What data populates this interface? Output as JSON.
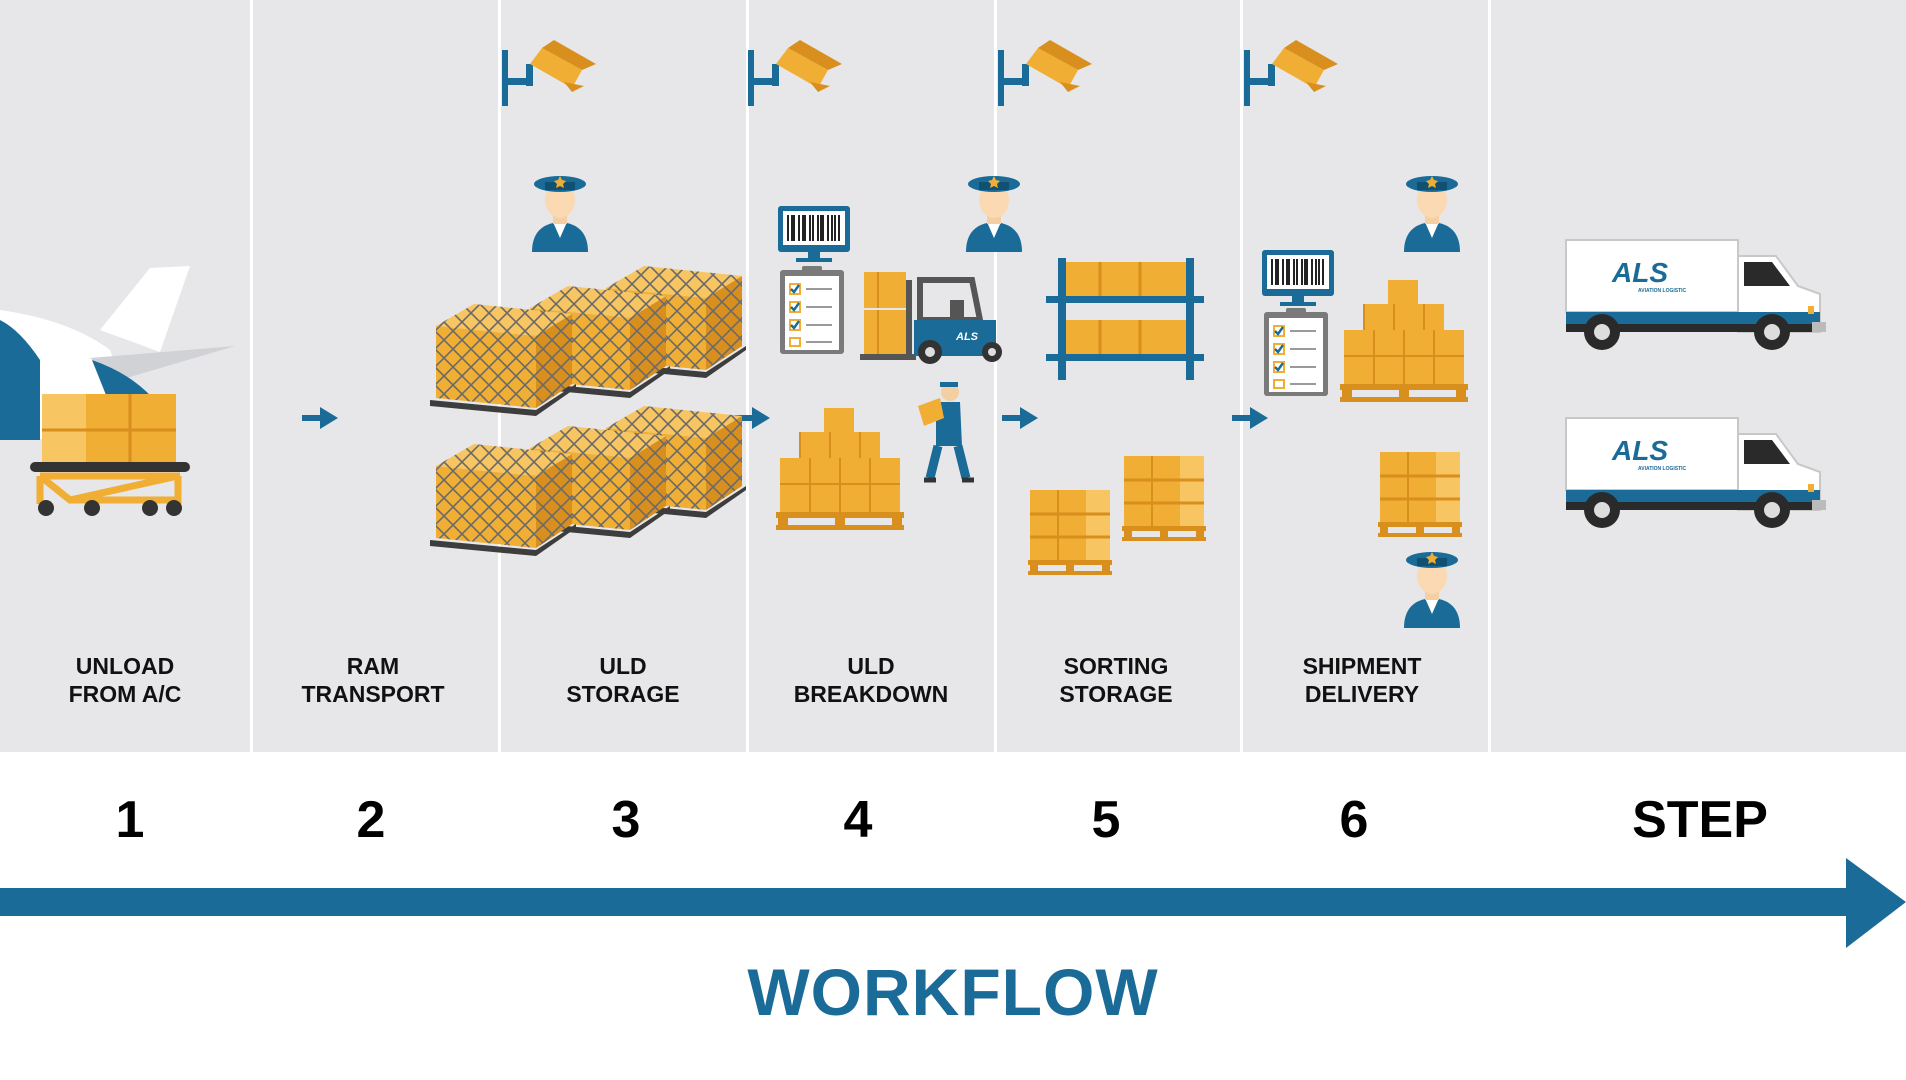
{
  "colors": {
    "background_band": "#e7e7e9",
    "accent_blue": "#1a6b97",
    "cargo_orange": "#f0ae34",
    "cargo_orange_dark": "#d98f1d",
    "text_dark": "#111111"
  },
  "steps": [
    {
      "number": "1",
      "label": "UNLOAD\nFROM A/C"
    },
    {
      "number": "2",
      "label": "RAM\nTRANSPORT"
    },
    {
      "number": "3",
      "label": "ULD\nSTORAGE"
    },
    {
      "number": "4",
      "label": "ULD\nBREAKDOWN"
    },
    {
      "number": "5",
      "label": "SORTING\nSTORAGE"
    },
    {
      "number": "6",
      "label": "SHIPMENT\nDELIVERY"
    }
  ],
  "axis": {
    "step_label": "STEP",
    "workflow_label": "WORKFLOW"
  },
  "truck": {
    "brand": "ALS",
    "tagline": "AVIATION LOGISTIC"
  },
  "icons": [
    "cctv-camera-icon",
    "security-guard-icon",
    "barcode-scanner-icon",
    "checklist-icon",
    "forklift-icon",
    "worker-carrying-box-icon",
    "airplane-icon",
    "uld-container-icon",
    "pallet-boxes-icon",
    "warehouse-shelf-icon",
    "delivery-truck-icon",
    "flow-arrow-icon"
  ]
}
